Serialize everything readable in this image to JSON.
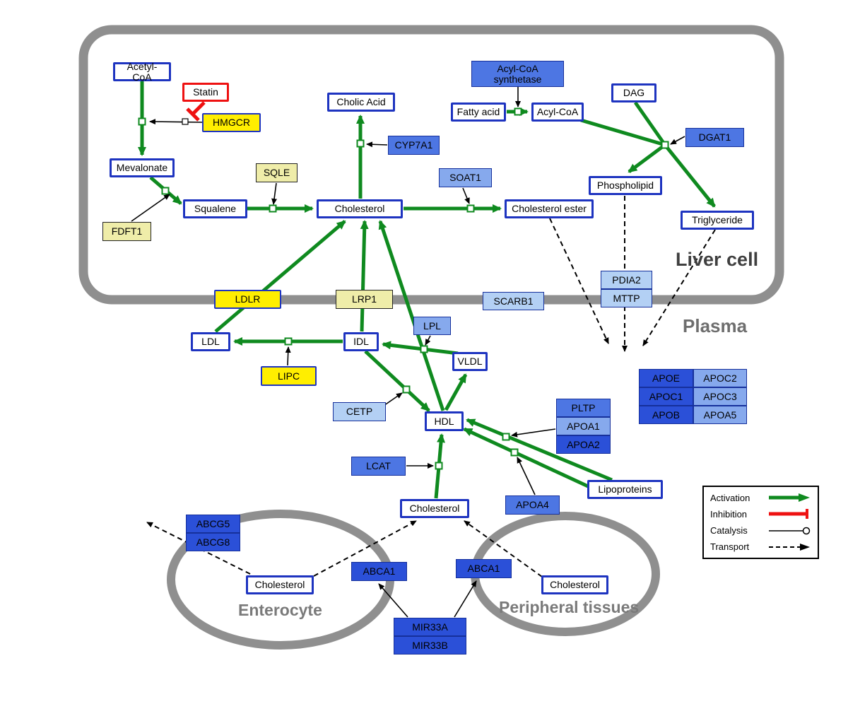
{
  "compartments": {
    "liver": "Liver cell",
    "plasma": "Plasma",
    "enterocyte": "Enterocyte",
    "peripheral": "Peripheral tissues"
  },
  "nodes": {
    "acetyl_coa": "Acetyl-CoA",
    "statin": "Statin",
    "hmgcr": "HMGCR",
    "mevalonate": "Mevalonate",
    "fdft1": "FDFT1",
    "squalene": "Squalene",
    "sqle": "SQLE",
    "cholesterol": "Cholesterol",
    "cholic_acid": "Cholic Acid",
    "cyp7a1": "CYP7A1",
    "soat1": "SOAT1",
    "cholesterol_ester": "Cholesterol ester",
    "acyl_coa_synthetase": "Acyl-CoA synthetase",
    "fatty_acid": "Fatty acid",
    "acyl_coa": "Acyl-CoA",
    "dag": "DAG",
    "dgat1": "DGAT1",
    "phospholipid": "Phospholipid",
    "triglyceride": "Triglyceride",
    "pdia2": "PDIA2",
    "mttp": "MTTP",
    "ldlr": "LDLR",
    "lrp1": "LRP1",
    "scarb1": "SCARB1",
    "ldl": "LDL",
    "idl": "IDL",
    "lpl": "LPL",
    "vldl": "VLDL",
    "lipc": "LIPC",
    "cetp": "CETP",
    "hdl": "HDL",
    "lcat": "LCAT",
    "pltp": "PLTP",
    "apoa1": "APOA1",
    "apoa2": "APOA2",
    "apoa4": "APOA4",
    "lipoproteins": "Lipoproteins",
    "apoe": "APOE",
    "apoc2": "APOC2",
    "apoc1": "APOC1",
    "apoc3": "APOC3",
    "apob": "APOB",
    "apoa5": "APOA5",
    "cholesterol_hdl": "Cholesterol",
    "abcg5": "ABCG5",
    "abcg8": "ABCG8",
    "cholesterol_enterocyte": "Cholesterol",
    "abca1_left": "ABCA1",
    "abca1_right": "ABCA1",
    "cholesterol_peripheral": "Cholesterol",
    "mir33a": "MIR33A",
    "mir33b": "MIR33B"
  },
  "legend": {
    "activation": "Activation",
    "inhibition": "Inhibition",
    "catalysis": "Catalysis",
    "transport": "Transport"
  },
  "colors": {
    "activation": "#0f8a1f",
    "inhibition": "#ee1111",
    "catalysis": "#000000",
    "transport": "#000000",
    "membrane": "#8f8f8f",
    "metabolite_border": "#1e34c0",
    "gene_yellow": "#ffee00",
    "gene_pale_yellow": "#efeda9",
    "gene_blue_dark": "#2b50d8",
    "gene_blue_medium": "#4d76e3",
    "gene_blue_light": "#86a9ed",
    "gene_blue_lighter": "#b3d0f4"
  }
}
